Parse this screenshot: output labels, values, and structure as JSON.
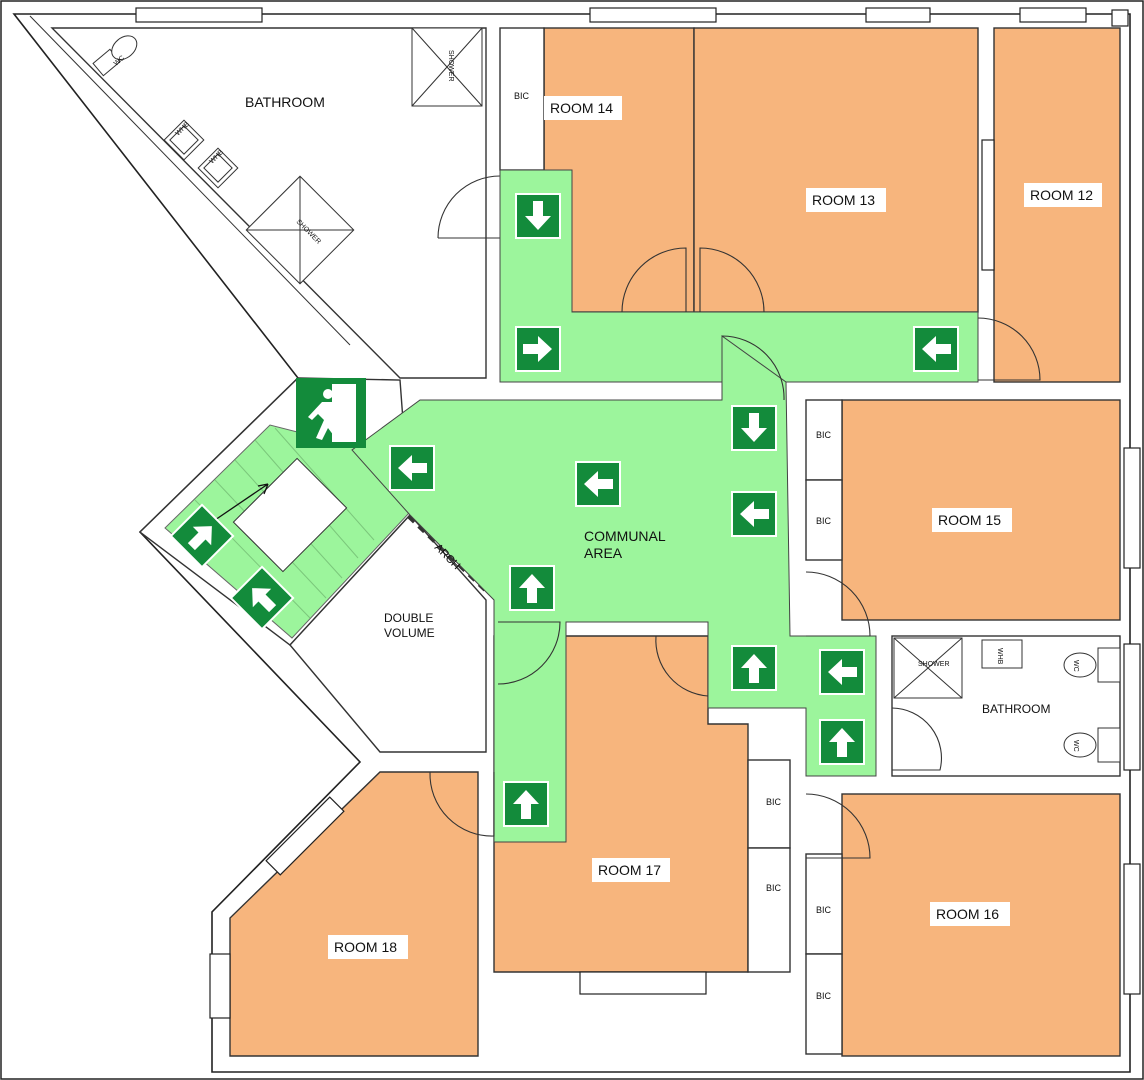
{
  "colors": {
    "room": "#F7B57D",
    "escape_route": "#9CF59C",
    "sign": "#138B3B"
  },
  "rooms": {
    "room12": "ROOM 12",
    "room13": "ROOM 13",
    "room14": "ROOM 14",
    "room15": "ROOM 15",
    "room16": "ROOM 16",
    "room17": "ROOM 17",
    "room18": "ROOM 18"
  },
  "areas": {
    "bathroom_top": "BATHROOM",
    "bathroom_right": "BATHROOM",
    "communal_line1": "COMMUNAL",
    "communal_line2": "AREA",
    "double_volume_line1": "DOUBLE",
    "double_volume_line2": "VOLUME",
    "arch": "ARCH"
  },
  "fixtures": {
    "bic": "BIC",
    "shower": "SHOWER",
    "wc": "WC",
    "whb": "WHB"
  },
  "icons": {
    "exit_sign": "running-man-exit-icon",
    "arrow_left": "arrow-left-icon",
    "arrow_right": "arrow-right-icon",
    "arrow_up": "arrow-up-icon",
    "arrow_down": "arrow-down-icon",
    "arrow_up_left": "arrow-up-left-icon",
    "arrow_up_right": "arrow-up-right-icon"
  }
}
